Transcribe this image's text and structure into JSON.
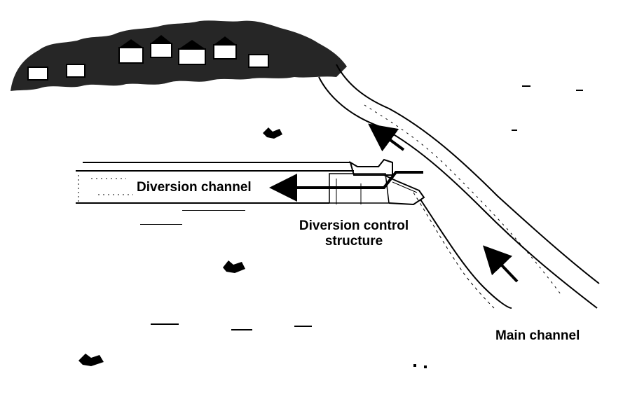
{
  "labels": {
    "diversion_channel": "Diversion channel",
    "control_structure_line1": "Diversion control",
    "control_structure_line2": "structure",
    "main_channel": "Main channel"
  },
  "colors": {
    "ink": "#000000",
    "background": "#ffffff"
  },
  "icons": [
    "flow-arrow-icon"
  ]
}
